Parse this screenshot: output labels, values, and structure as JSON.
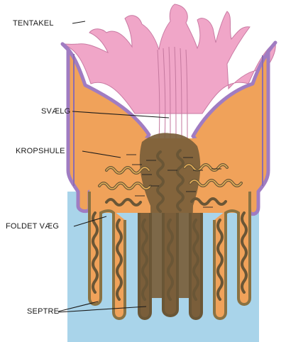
{
  "labels": {
    "tentakel": "TENTAKEL",
    "svaelg": "SVÆLG",
    "kropshule": "KROPSHULE",
    "foldet_vaeg": "FOLDET VÆG",
    "septre": "SEPTRE"
  },
  "colors": {
    "tentacle": "#f0a6c8",
    "body_orange": "#f0a25a",
    "outer_wall": "#a07cc2",
    "base_blue": "#a9d4ea",
    "fold_brown": "#8a7242",
    "center_brown": "#7a5e3a"
  }
}
